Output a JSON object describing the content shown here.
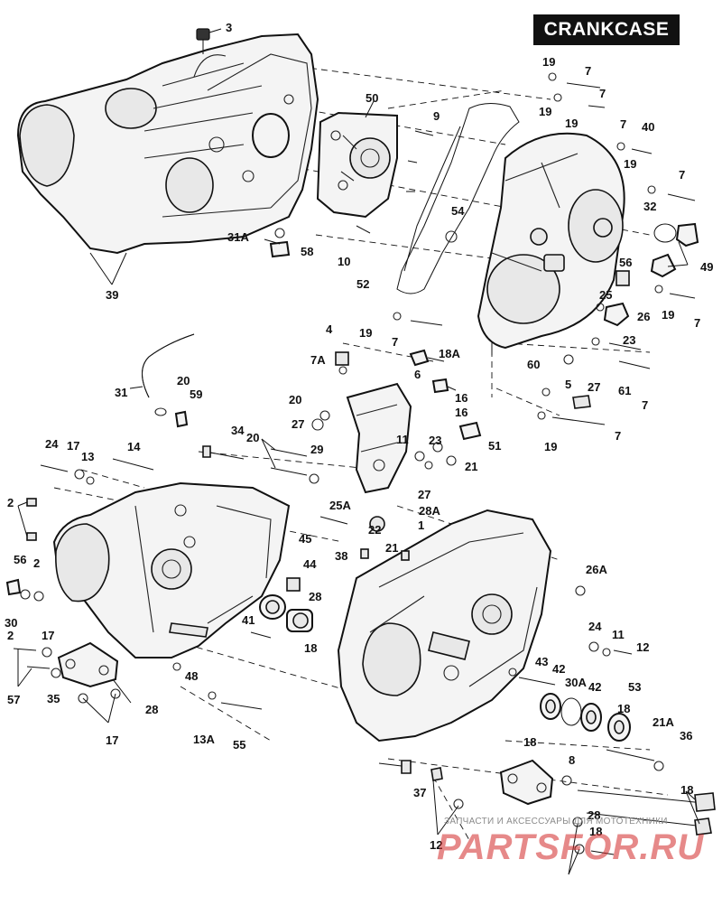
{
  "title": "CRANKCASE",
  "watermark": {
    "caption": "ЗАПЧАСТИ И АКСЕССУАРЫ ДЛЯ МОТОТЕХНИКИ",
    "logo": "PARTSFOR.RU"
  },
  "callouts": [
    "3",
    "19",
    "7",
    "7",
    "50",
    "9",
    "19",
    "19",
    "7",
    "40",
    "19",
    "7",
    "54",
    "32",
    "49",
    "31A",
    "58",
    "10",
    "52",
    "56",
    "39",
    "25",
    "26",
    "19",
    "7",
    "4",
    "19",
    "7",
    "23",
    "7A",
    "18A",
    "60",
    "5",
    "27",
    "61",
    "31",
    "20",
    "6",
    "16",
    "7",
    "19",
    "7",
    "59",
    "20",
    "27",
    "16",
    "51",
    "34",
    "29",
    "11",
    "24",
    "17",
    "13",
    "14",
    "20",
    "23",
    "21",
    "25A",
    "27",
    "28A",
    "1",
    "2",
    "45",
    "38",
    "22",
    "21",
    "56",
    "2",
    "44",
    "26A",
    "30",
    "28",
    "2",
    "41",
    "18",
    "17",
    "24",
    "11",
    "12",
    "57",
    "48",
    "43",
    "42",
    "30A",
    "42",
    "53",
    "18",
    "35",
    "28",
    "17",
    "13A",
    "55",
    "21A",
    "36",
    "18",
    "8",
    "37",
    "18",
    "28",
    "12",
    "18"
  ]
}
